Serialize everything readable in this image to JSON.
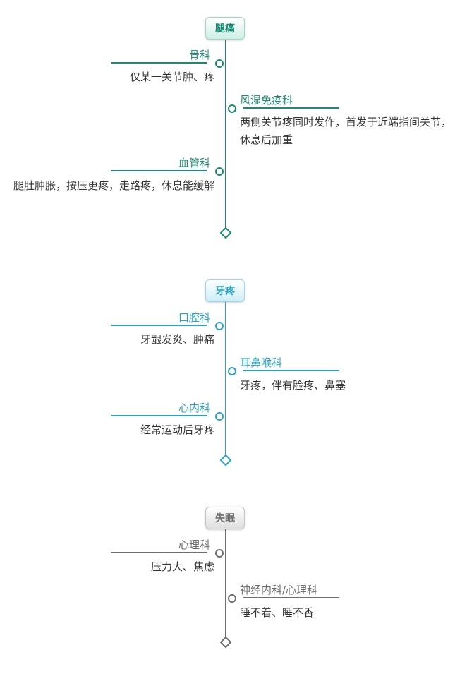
{
  "sections": [
    {
      "title": "腿痛",
      "color": "#1a8a72",
      "items": [
        {
          "label": "骨科",
          "desc": "仅某一关节肿、疼",
          "side": "left"
        },
        {
          "label": "风湿免疫科",
          "desc": "两侧关节疼同时发作，首发于近端指间关节，休息后加重",
          "side": "right"
        },
        {
          "label": "血管科",
          "desc": "腿肚肿胀，按压更疼，走路疼，休息能缓解",
          "side": "left"
        }
      ]
    },
    {
      "title": "牙疼",
      "color": "#2aa3c3",
      "items": [
        {
          "label": "口腔科",
          "desc": "牙龈发炎、肿痛",
          "side": "left"
        },
        {
          "label": "耳鼻喉科",
          "desc": "牙疼，伴有脸疼、鼻塞",
          "side": "right"
        },
        {
          "label": "心内科",
          "desc": "经常运动后牙疼",
          "side": "left"
        }
      ]
    },
    {
      "title": "失眠",
      "color": "#6e6e6e",
      "items": [
        {
          "label": "心理科",
          "desc": "压力大、焦虑",
          "side": "left"
        },
        {
          "label": "神经内科/心理科",
          "desc": "睡不着、睡不香",
          "side": "right"
        }
      ]
    }
  ]
}
